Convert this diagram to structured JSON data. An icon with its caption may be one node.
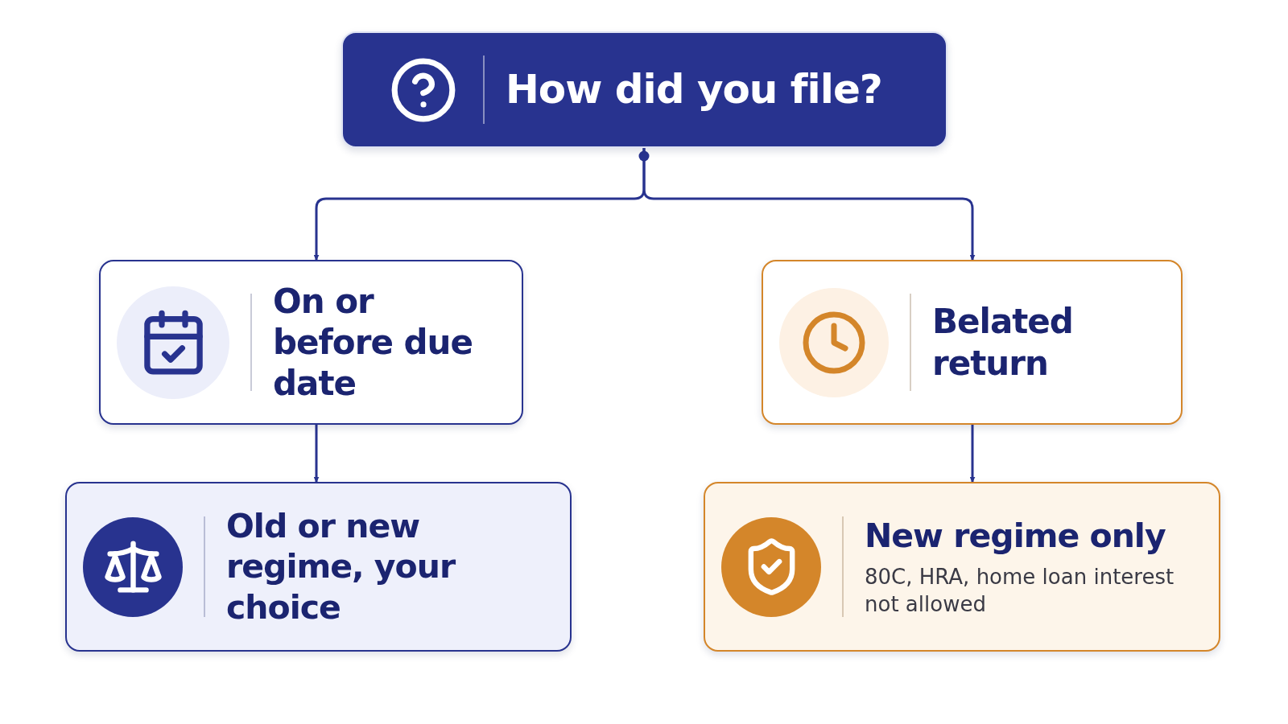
{
  "diagram": {
    "nodes": [
      {
        "text": [
          "How did you file?"
        ]
      },
      {
        "text": [
          "On or before due date"
        ]
      },
      {
        "text": [
          "Belated return"
        ]
      },
      {
        "text": [
          "Old or new regime, your choice"
        ]
      },
      {
        "text": [
          "New regime only",
          "80C, HRA, home loan interest not allowed"
        ]
      }
    ],
    "edges": [
      {
        "from": 0,
        "to": 1,
        "arrow": "to"
      },
      {
        "from": 0,
        "to": 2,
        "arrow": "to"
      },
      {
        "from": 1,
        "to": 3,
        "arrow": "to"
      },
      {
        "from": 2,
        "to": 4,
        "arrow": "to"
      }
    ]
  }
}
